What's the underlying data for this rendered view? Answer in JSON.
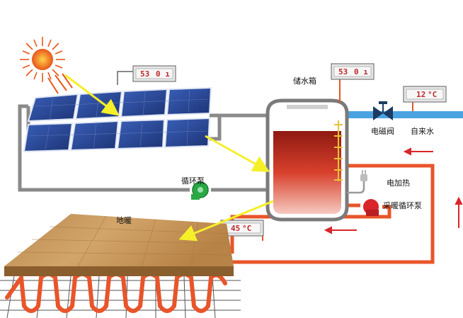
{
  "labels": {
    "tank": "储水箱",
    "solenoid_valve": "电磁阀",
    "tap_water": "自来水",
    "electric_heating": "电加热",
    "circulation_pump": "循环泵",
    "heating_pump": "采暖循环泵",
    "floor_heating": "地暖"
  },
  "displays": {
    "panel_temp": "53",
    "panel_mark": "0 ı",
    "tank_temp": "53",
    "tank_mark": "0 ı",
    "tap_temp": "12",
    "tap_unit": "°C",
    "floor_temp": "45",
    "floor_unit": "°C"
  },
  "colors": {
    "hot_pipe": "#e8552a",
    "cold_pipe": "#4aa3e0",
    "loop_pipe": "#8a8a8a",
    "arrow": "#f5ef2a",
    "flow_arrow": "#d8262a"
  }
}
